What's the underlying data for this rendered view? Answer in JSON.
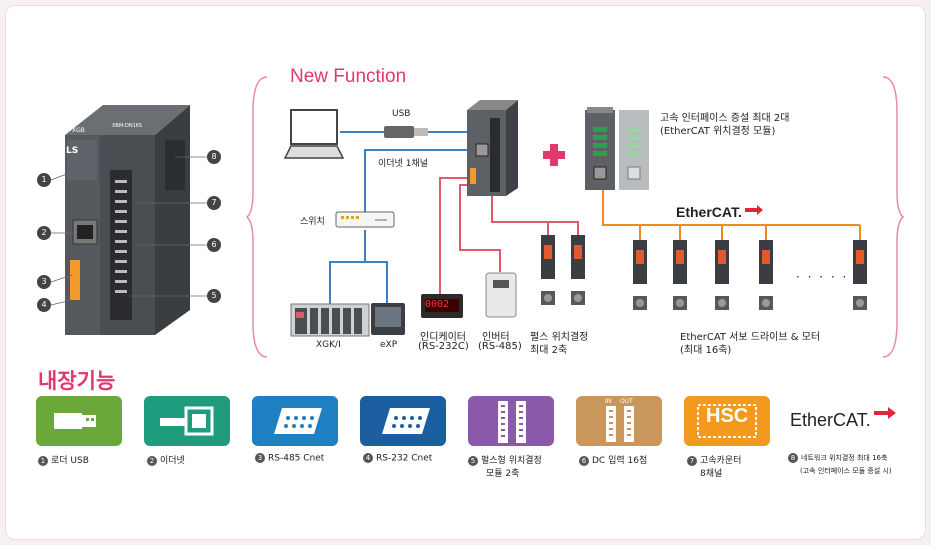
{
  "header": {
    "new_function": "New Function"
  },
  "plc_callouts": [
    "1",
    "2",
    "3",
    "4",
    "5",
    "6",
    "7",
    "8"
  ],
  "plc": {
    "brand": "XGB",
    "model": "XBM-DN16S",
    "logo": "LS"
  },
  "diagram": {
    "usb_label": "USB",
    "ethernet_label": "이더넷 1채널",
    "switch_label": "스위치",
    "xgk_label": "XGK/I",
    "exp_label": "eXP",
    "indicator_label": "인디케이터",
    "indicator_sub": "(RS-232C)",
    "indicator_display": "0002",
    "inverter_label": "인버터",
    "inverter_sub": "(RS-485)",
    "pulse_label": "펄스 위치결정",
    "pulse_sub": "최대 2축",
    "hs_if_label": "고속 인터페이스 증설 최대 2대",
    "hs_if_sub": "(EtherCAT 위치결정 모듈)",
    "ethercat_logo": "EtherCAT.",
    "servo_label": "EtherCAT 서보 드라이브 & 모터",
    "servo_sub": "(최대 16축)",
    "dots": "· · · · ·"
  },
  "builtin": {
    "title": "내장기능"
  },
  "features": [
    {
      "num": "1",
      "label": "로더 USB",
      "color": "#6aa83a"
    },
    {
      "num": "2",
      "label": "이더넷",
      "color": "#1f9c7e"
    },
    {
      "num": "3",
      "label": "RS-485 Cnet",
      "color": "#1e7fc1"
    },
    {
      "num": "4",
      "label": "RS-232 Cnet",
      "color": "#1c5fa0"
    },
    {
      "num": "5",
      "label": "펄스형 위치결정",
      "label2": "모듈 2축",
      "color": "#8a5aa8"
    },
    {
      "num": "6",
      "label": "DC 입력 16점",
      "color": "#c9975c"
    },
    {
      "num": "7",
      "label": "고속카운터",
      "label2": "8채널",
      "color": "#f39a1e"
    },
    {
      "num": "8",
      "label": "네트워크 위치결정 최대 16축",
      "label2": "(고속 인터페이스 모듈 증설 시)",
      "color": "#333333"
    }
  ],
  "feature_icons": {
    "hsc": "HSC",
    "io_in": "IN",
    "io_out": "OUT",
    "ethercat": "EtherCAT."
  }
}
